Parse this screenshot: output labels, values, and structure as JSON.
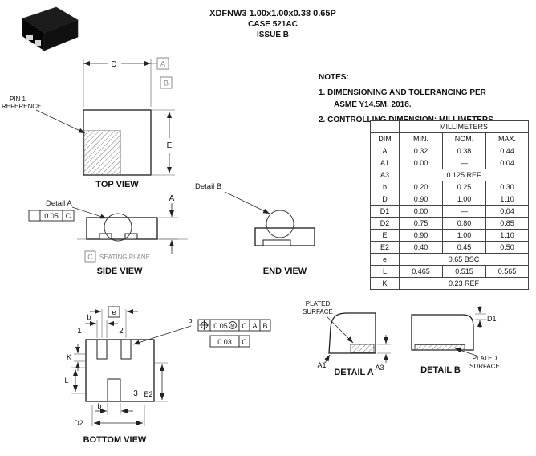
{
  "title": {
    "line1": "XDFNW3 1.00x1.00x0.38 0.65P",
    "line2": "CASE 521AC",
    "line3": "ISSUE B"
  },
  "notes": {
    "heading": "NOTES:",
    "n1a": "1. DIMENSIONING AND TOLERANCING PER",
    "n1b": "ASME Y14.5M, 2018.",
    "n2": "2. CONTROLLING DIMENSION: MILLIMETERS"
  },
  "views": {
    "top": "TOP VIEW",
    "side": "SIDE VIEW",
    "end": "END VIEW",
    "bottom": "BOTTOM VIEW",
    "detail_a": "DETAIL A",
    "detail_b": "DETAIL B"
  },
  "callouts": {
    "detail_a": "Detail A",
    "detail_b": "Detail B",
    "pin1_l1": "PIN 1",
    "pin1_l2": "REFERENCE",
    "seating": "SEATING PLANE",
    "plated_l1": "PLATED",
    "plated_l2": "SURFACE"
  },
  "dims": {
    "D": "D",
    "E": "E",
    "A": "A",
    "e": "e",
    "b": "b",
    "K": "K",
    "L": "L",
    "E2": "E2",
    "D2": "D2",
    "A1": "A1",
    "A3": "A3",
    "D1": "D1"
  },
  "pins": {
    "p1": "1",
    "p2": "2",
    "p3": "3"
  },
  "datums": {
    "A": "A",
    "B": "B",
    "C": "C"
  },
  "fcf": {
    "side_tol": "0.05",
    "side_datum": "C",
    "pos_tol": "0.05",
    "pos_mod": "M",
    "pos_d1": "C",
    "pos_d2": "A",
    "pos_d3": "B",
    "flat_tol": "0.03",
    "flat_d1": "C"
  },
  "table": {
    "unit_header": "MILLIMETERS",
    "col_dim": "DIM",
    "col_min": "MIN.",
    "col_nom": "NOM.",
    "col_max": "MAX.",
    "rows": [
      {
        "dim": "A",
        "min": "0.32",
        "nom": "0.38",
        "max": "0.44"
      },
      {
        "dim": "A1",
        "min": "0.00",
        "nom": "—",
        "max": "0.04"
      },
      {
        "dim": "A3",
        "span": "0.125 REF"
      },
      {
        "dim": "b",
        "min": "0.20",
        "nom": "0.25",
        "max": "0.30"
      },
      {
        "dim": "D",
        "min": "0.90",
        "nom": "1.00",
        "max": "1.10"
      },
      {
        "dim": "D1",
        "min": "0.00",
        "nom": "—",
        "max": "0.04"
      },
      {
        "dim": "D2",
        "min": "0.75",
        "nom": "0.80",
        "max": "0.85"
      },
      {
        "dim": "E",
        "min": "0.90",
        "nom": "1.00",
        "max": "1.10"
      },
      {
        "dim": "E2",
        "min": "0.40",
        "nom": "0.45",
        "max": "0.50"
      },
      {
        "dim": "e",
        "span": "0.65 BSC"
      },
      {
        "dim": "L",
        "min": "0.465",
        "nom": "0.515",
        "max": "0.565"
      },
      {
        "dim": "K",
        "span": "0.23 REF"
      }
    ]
  }
}
